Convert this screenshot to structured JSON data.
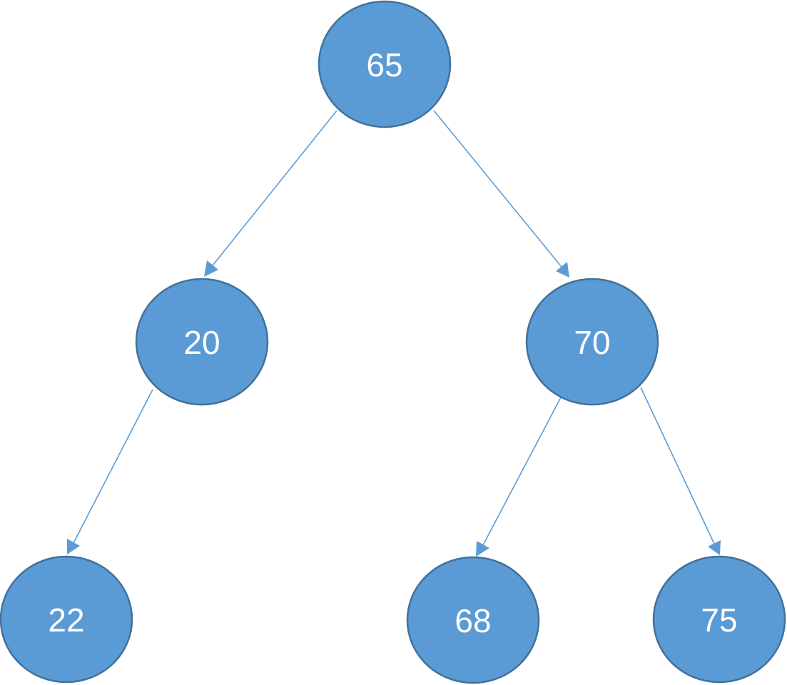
{
  "tree": {
    "nodes": [
      {
        "id": "n65",
        "label": "65"
      },
      {
        "id": "n20",
        "label": "20"
      },
      {
        "id": "n70",
        "label": "70"
      },
      {
        "id": "n22",
        "label": "22"
      },
      {
        "id": "n68",
        "label": "68"
      },
      {
        "id": "n75",
        "label": "75"
      }
    ],
    "edges": [
      {
        "from": "n65",
        "to": "n20"
      },
      {
        "from": "n65",
        "to": "n70"
      },
      {
        "from": "n20",
        "to": "n22"
      },
      {
        "from": "n70",
        "to": "n68"
      },
      {
        "from": "n70",
        "to": "n75"
      }
    ]
  },
  "colors": {
    "node_fill": "#5b9bd5",
    "node_border": "#41719c",
    "edge": "#5b9bd5",
    "label": "#ffffff"
  }
}
